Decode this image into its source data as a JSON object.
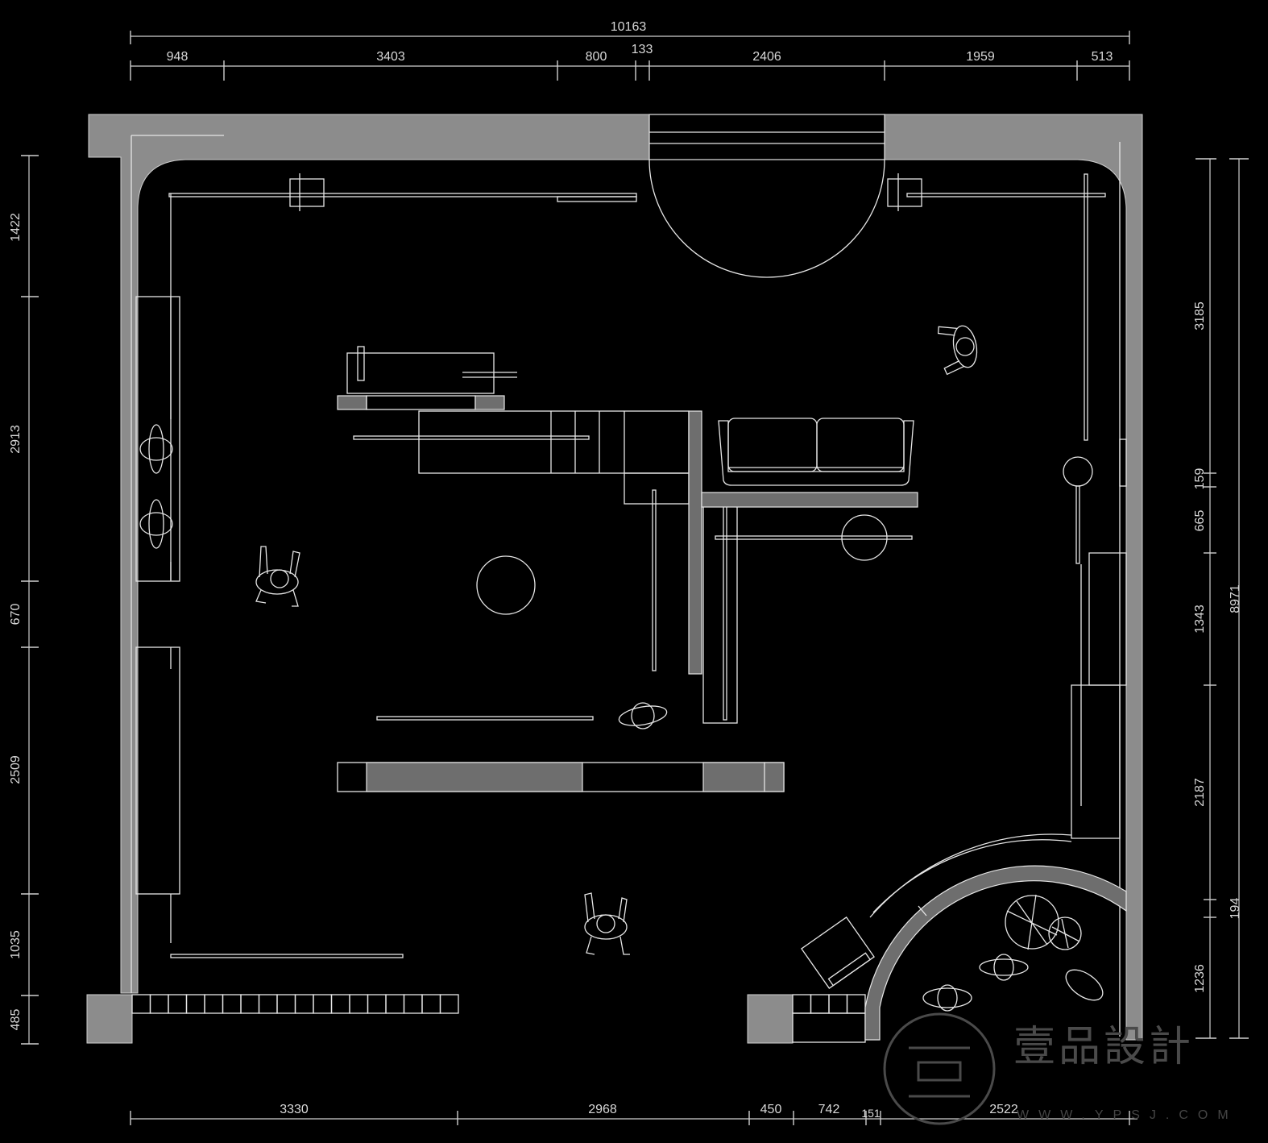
{
  "dimensions": {
    "overall_width": "10163",
    "top": [
      "948",
      "3403",
      "800",
      "133",
      "2406",
      "1959",
      "513"
    ],
    "bottom": [
      "3330",
      "2968",
      "450",
      "742",
      "151",
      "2522"
    ],
    "left": [
      "1422",
      "2913",
      "670",
      "2509",
      "1035",
      "485"
    ],
    "right_inner": [
      "3185",
      "159",
      "665",
      "1343",
      "2187",
      "194",
      "1236"
    ],
    "overall_height": "8971"
  },
  "watermark": {
    "brand": "壹品設計",
    "url": "WWW.YPSJ.COM"
  },
  "colors": {
    "background": "#000000",
    "wall_fill": "#8c8c8c",
    "line": "#e6e6e6",
    "panel_fill": "#6e6e6e"
  }
}
